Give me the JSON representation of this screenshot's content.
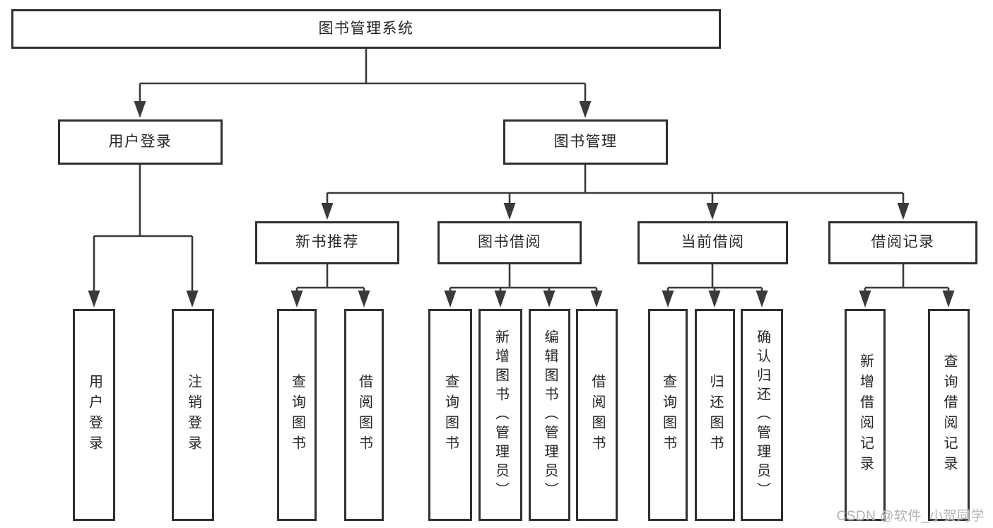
{
  "diagram": {
    "nodes": {
      "root": "图书管理系统",
      "user_login": "用户登录",
      "book_management": "图书管理",
      "new_book_recommend": "新书推荐",
      "book_borrowing": "图书借阅",
      "current_borrowing": "当前借阅",
      "borrowing_records": "借阅记录",
      "login": "用户登录",
      "logout": "注销登录",
      "nbr_query_books": "查询图书",
      "nbr_borrow_books": "借阅图书",
      "bb_query_books": "查询图书",
      "bb_add_books_admin": "新增图书（管理员）",
      "bb_edit_books_admin": "编辑图书（管理员）",
      "bb_borrow_books": "借阅图书",
      "cb_query_books": "查询图书",
      "cb_return_books": "归还图书",
      "cb_confirm_return_admin": "确认归还（管理员）",
      "br_add_record": "新增借阅记录",
      "br_query_record": "查询借阅记录"
    },
    "colors": {
      "line": "#3a3a3a",
      "box_border": "#2f2f2f",
      "text": "#262626",
      "background": "#ffffff",
      "watermark": "#b3b3b3"
    }
  },
  "watermark": {
    "text": "CSDN @软件_小贺同学"
  }
}
